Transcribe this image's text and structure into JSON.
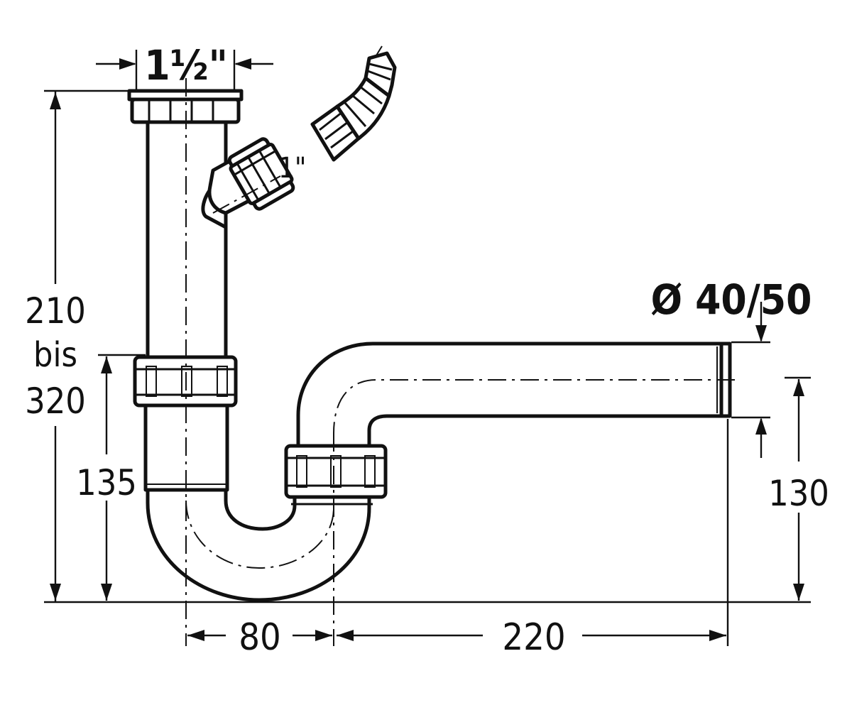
{
  "dimensions": {
    "inlet_size": "1½\"",
    "side_inlet_size": "1\"",
    "outlet_diameter": "Ø 40/50",
    "total_height_top": "210",
    "total_height_mid": "bis",
    "total_height_bottom": "320",
    "lower_height": "135",
    "outlet_height": "130",
    "trap_width": "80",
    "outlet_length": "220"
  }
}
